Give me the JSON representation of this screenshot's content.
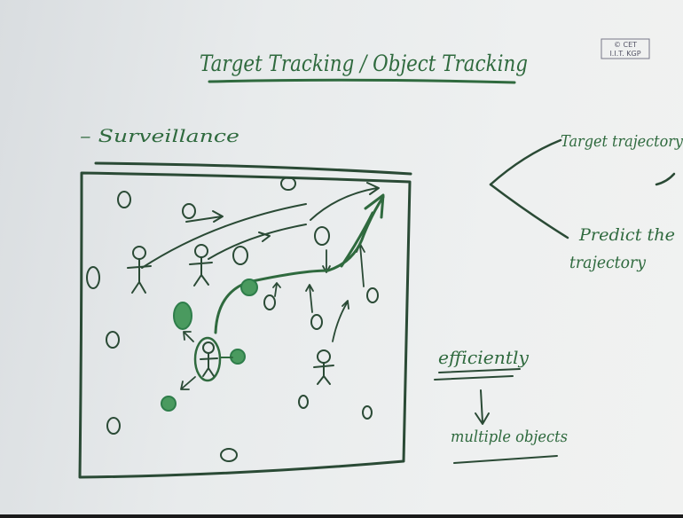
{
  "title": "Target Tracking / Object Tracking",
  "logo": {
    "lines": [
      "© CET",
      "I.I.T. KGP"
    ]
  },
  "bullet": "– Surveillance",
  "branch_top": "Target trajectory",
  "branch_bottom_1": "Predict the",
  "branch_bottom_2": "trajectory",
  "efficiency": "efficiently",
  "multiple": "multiple objects",
  "colors": {
    "ink": "#2f6a3e",
    "board": "#eceeee"
  }
}
